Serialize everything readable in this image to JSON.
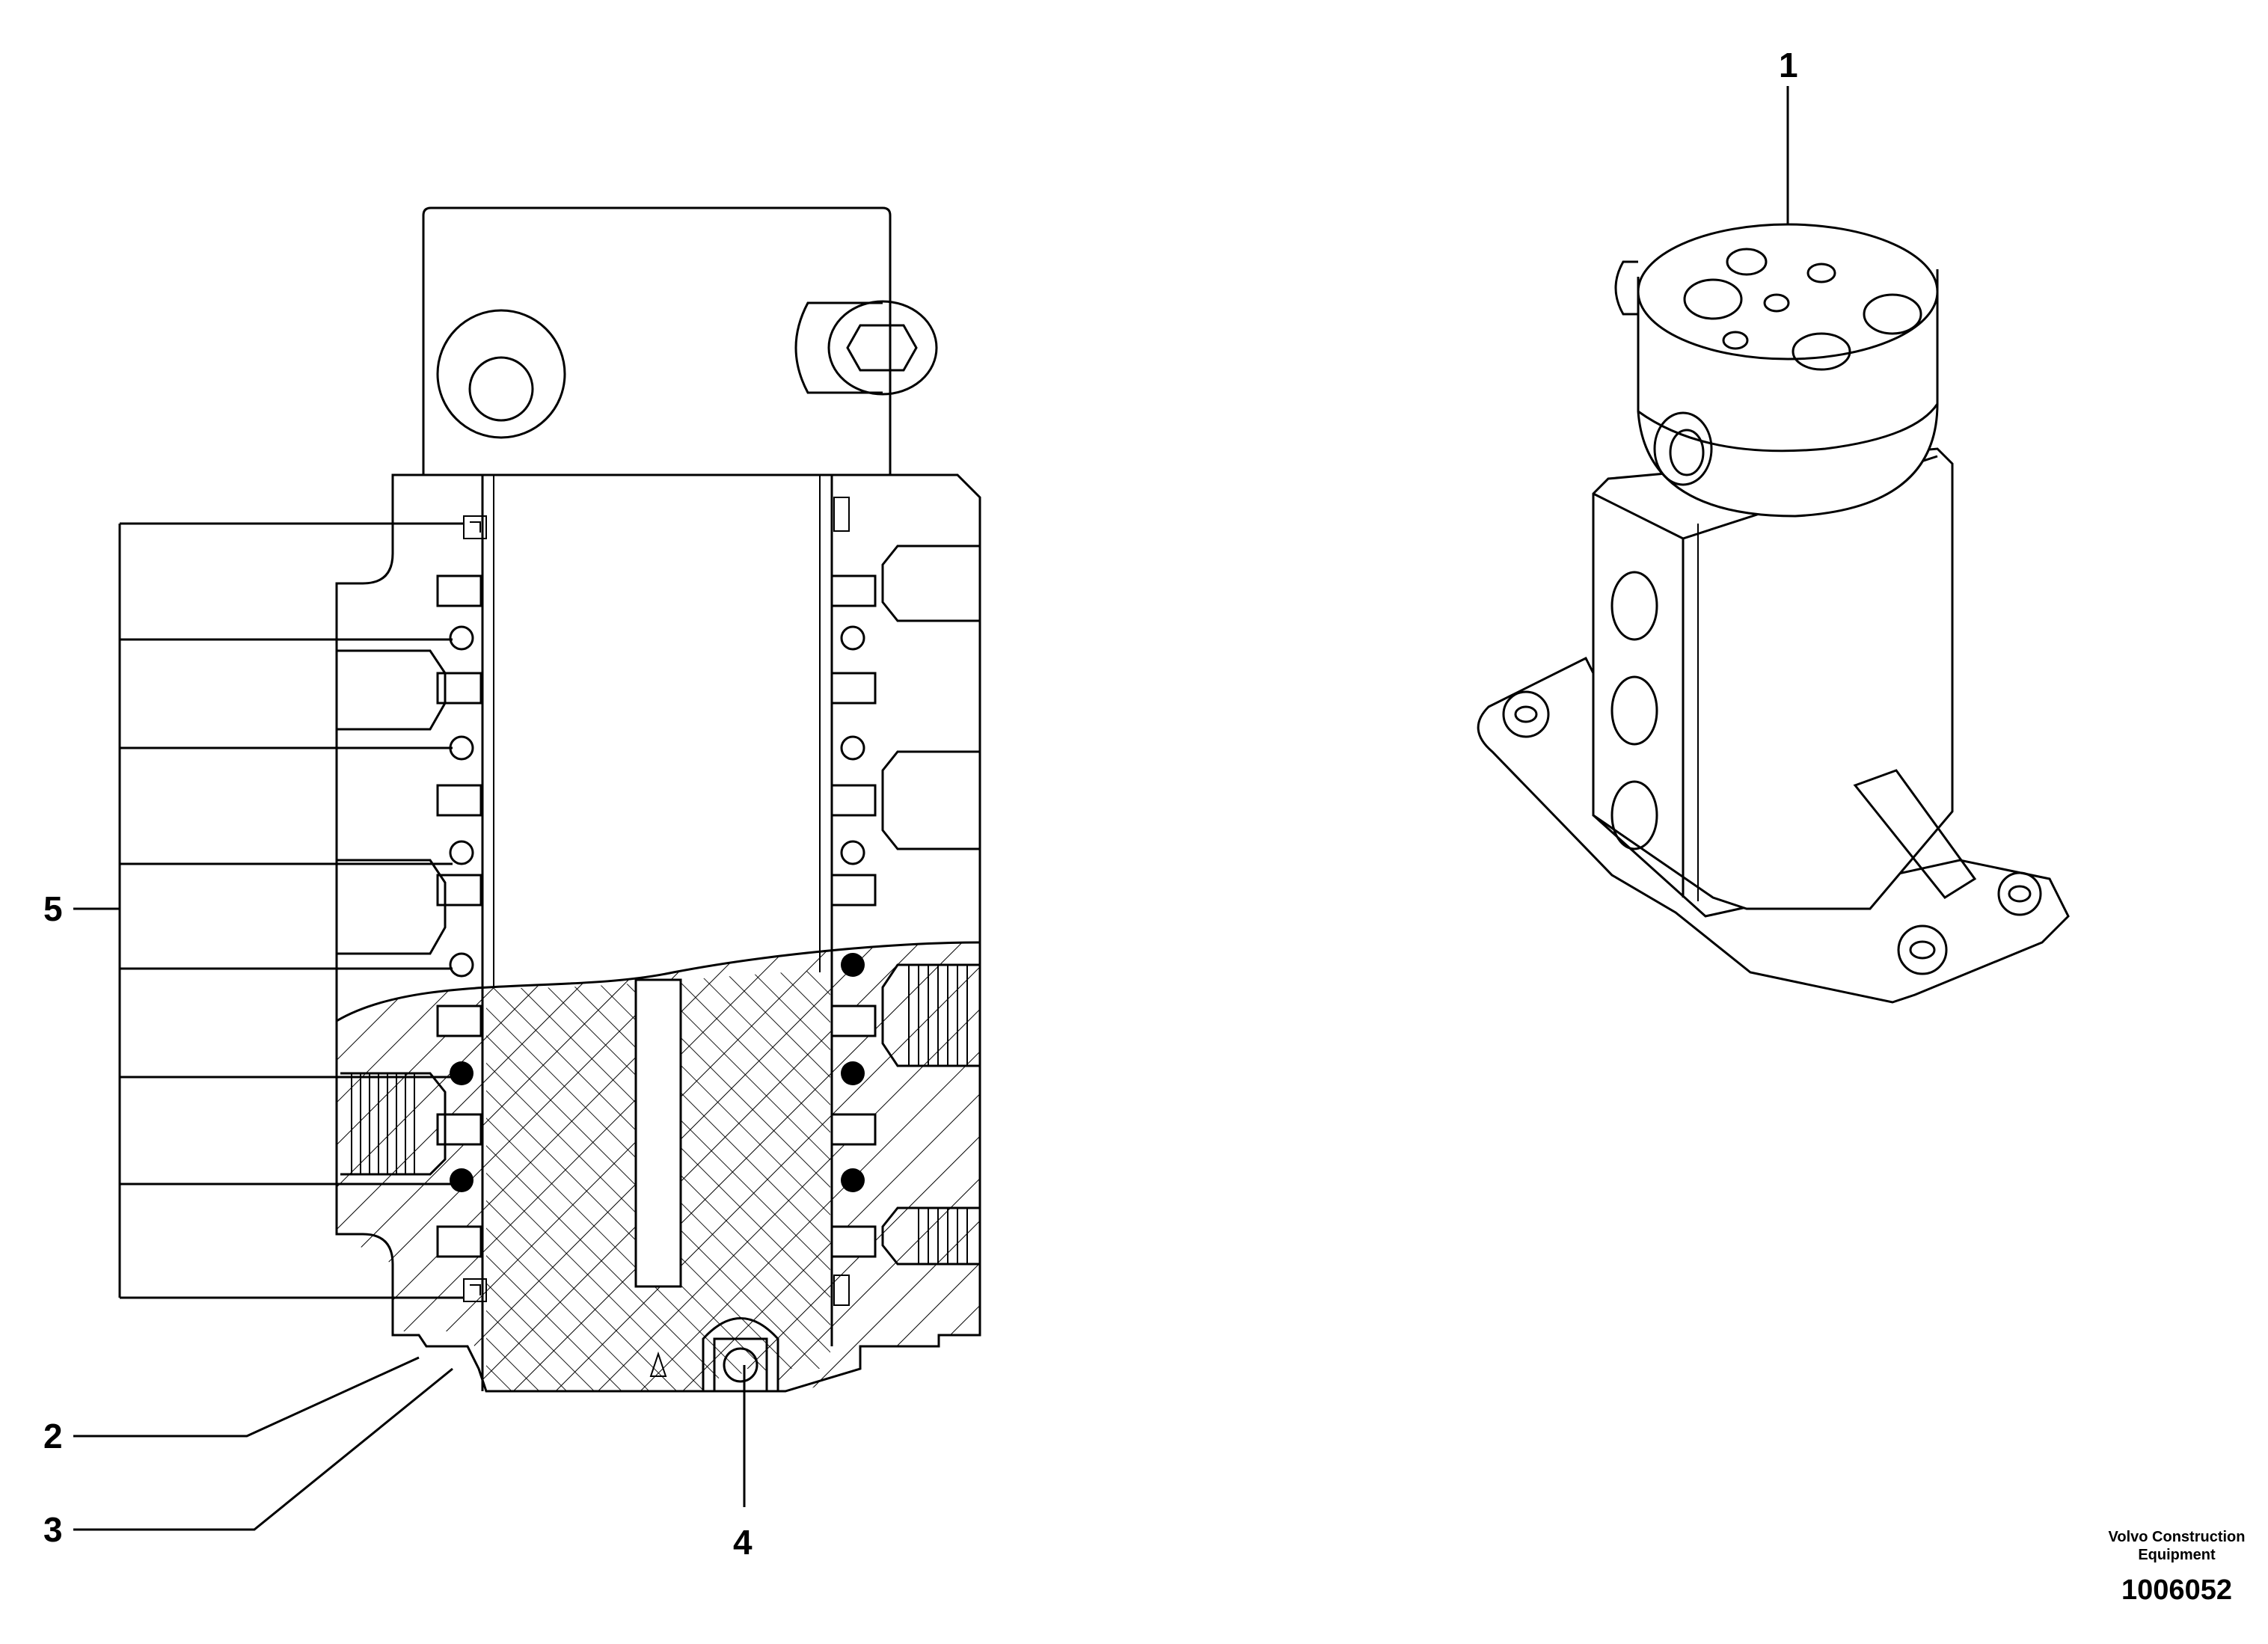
{
  "callouts": {
    "c1": "1",
    "c2": "2",
    "c3": "3",
    "c4": "4",
    "c5": "5"
  },
  "footer": {
    "company_line1": "Volvo Construction",
    "company_line2": "Equipment",
    "document_number": "1006052"
  }
}
